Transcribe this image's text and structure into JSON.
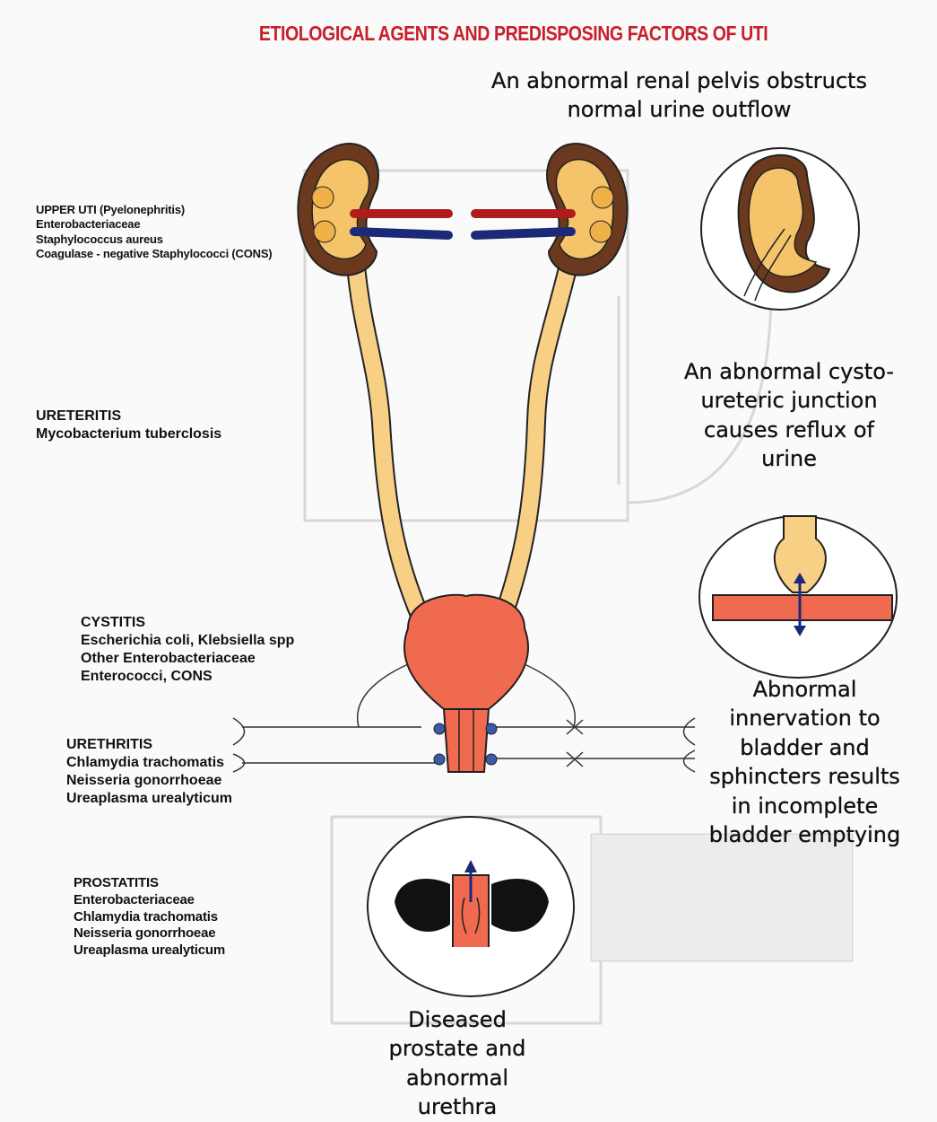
{
  "title": "ETIOLOGICAL AGENTS AND PREDISPOSING FACTORS OF UTI",
  "upper_uti": {
    "heading": "UPPER UTI  (Pyelonephritis)",
    "agents": [
      "Enterobacteriaceae",
      "Staphylococcus aureus",
      "Coagulase - negative Staphylococci (CONS)"
    ]
  },
  "ureteritis": {
    "heading": "URETERITIS",
    "agents": [
      "Mycobacterium tuberclosis"
    ]
  },
  "cystitis": {
    "heading": "CYSTITIS",
    "agents": [
      "Escherichia coli, Klebsiella spp",
      "Other Enterobacteriaceae",
      "Enterococci, CONS"
    ]
  },
  "urethritis": {
    "heading": "URETHRITIS",
    "agents": [
      "Chlamydia trachomatis",
      "Neisseria gonorrhoeae",
      "Ureaplasma urealyticum"
    ]
  },
  "prostatitis": {
    "heading": "PROSTATITIS",
    "agents": [
      "Enterobacteriaceae",
      "Chlamydia trachomatis",
      "Neisseria gonorrhoeae",
      "Ureaplasma urealyticum"
    ]
  },
  "factors": {
    "renal_pelvis": [
      "An abnormal renal pelvis obstructs",
      "normal urine outflow"
    ],
    "cysto_ureteric": [
      "An abnormal cysto-",
      "ureteric junction",
      "causes reflux of",
      "urine"
    ],
    "innervation": [
      "Abnormal",
      "innervation to",
      "bladder and",
      "sphincters results",
      "in incomplete",
      "bladder emptying"
    ],
    "prostate": [
      "Diseased",
      "prostate and",
      "abnormal",
      "urethra"
    ]
  },
  "colors": {
    "title": "#c8202b",
    "kidney_cortex": "#6b3a1e",
    "kidney_medulla": "#f5c46a",
    "ureter": "#f7d086",
    "bladder": "#ef6a4f",
    "artery": "#b01c1c",
    "vein": "#1b2a78"
  }
}
